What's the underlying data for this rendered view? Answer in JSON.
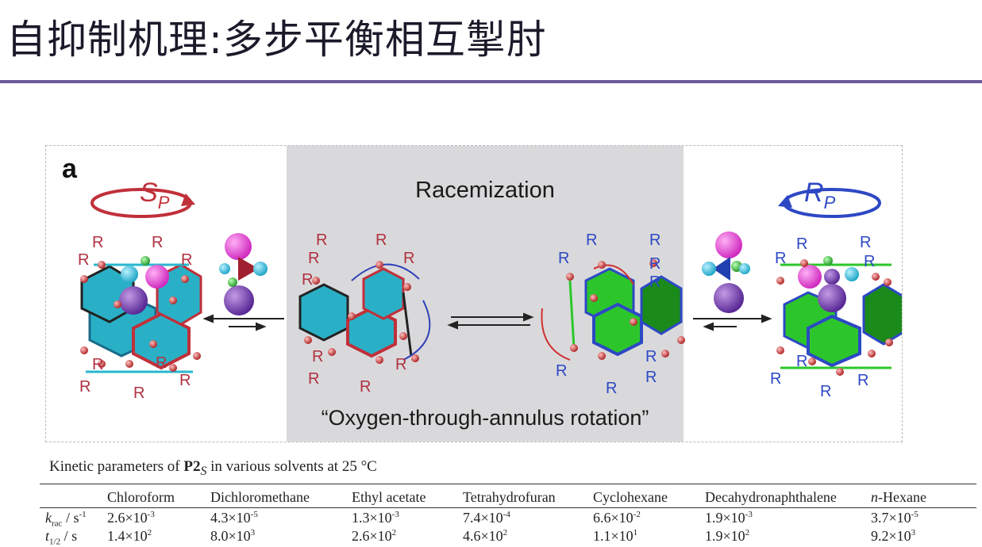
{
  "slide": {
    "title": "自抑制机理:多步平衡相互掣肘"
  },
  "figure": {
    "panel_letter": "a",
    "center_title": "Racemization",
    "center_caption": "“Oxygen-through-annulus rotation”",
    "left_label": "S",
    "left_label_sub": "P",
    "right_label": "R",
    "right_label_sub": "P",
    "substituent": "R",
    "colors": {
      "red": "#c0303a",
      "blue": "#2d48c4",
      "cyan": "#29b7cf",
      "green": "#2cc62c",
      "magenta": "#e23fd2",
      "purple": "#7d3fb4",
      "gray_panel": "#d9d9db"
    }
  },
  "caption": {
    "text_before": "Kinetic parameters of ",
    "compound": "P2",
    "compound_sub": "S",
    "text_after": " in various solvents at 25 °C"
  },
  "table": {
    "columns": [
      "Chloroform",
      "Dichloromethane",
      "Ethyl acetate",
      "Tetrahydrofuran",
      "Cyclohexane",
      "Decahydronaphthalene",
      "n-Hexane"
    ],
    "rows": [
      {
        "symbol": "k",
        "sub": "rac",
        "unit": " / s",
        "unit_sup": "-1",
        "values": [
          [
            "2.6×10",
            "-3"
          ],
          [
            "4.3×10",
            "-5"
          ],
          [
            "1.3×10",
            "-3"
          ],
          [
            "7.4×10",
            "-4"
          ],
          [
            "6.6×10",
            "-2"
          ],
          [
            "1.9×10",
            "-3"
          ],
          [
            "3.7×10",
            "-5"
          ]
        ]
      },
      {
        "symbol": "t",
        "sub": "1/2",
        "unit": " / s",
        "unit_sup": "",
        "values": [
          [
            "1.4×10",
            "2"
          ],
          [
            "8.0×10",
            "3"
          ],
          [
            "2.6×10",
            "2"
          ],
          [
            "4.6×10",
            "2"
          ],
          [
            "1.1×10",
            "1"
          ],
          [
            "1.9×10",
            "2"
          ],
          [
            "9.2×10",
            "3"
          ]
        ]
      }
    ]
  }
}
